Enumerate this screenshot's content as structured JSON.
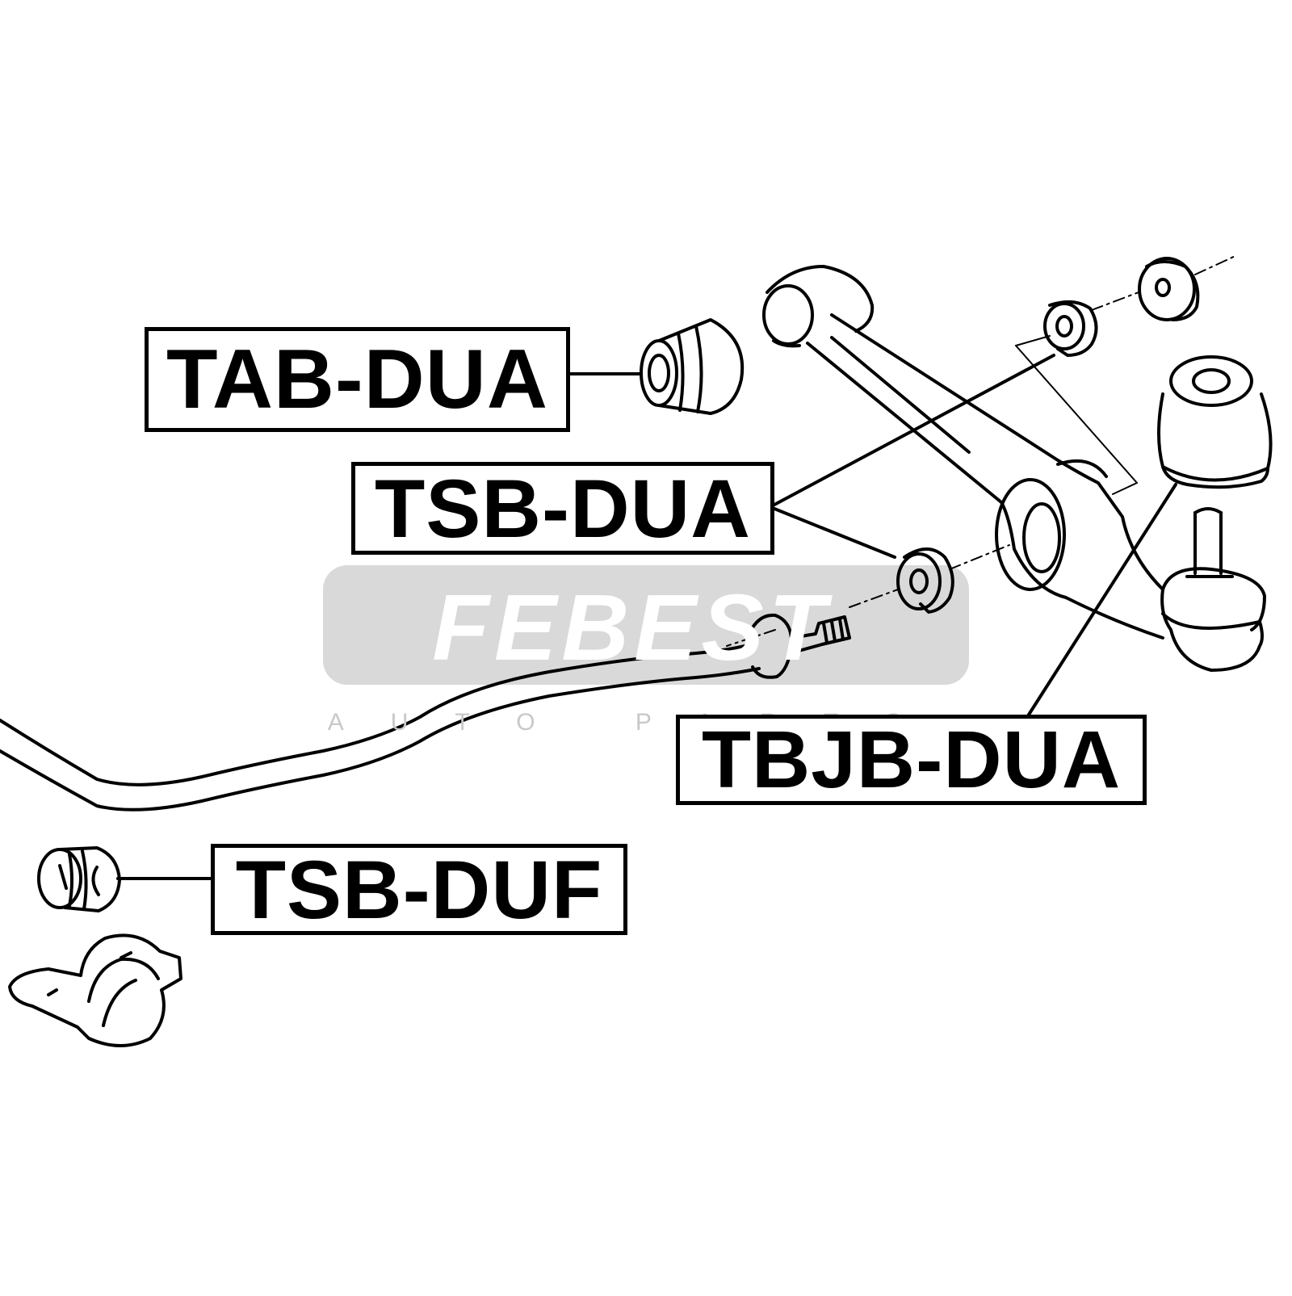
{
  "watermark": {
    "brand": "FEBEST",
    "tagline": "AUTO PARTS"
  },
  "labels": {
    "tab_dua": "TAB-DUA",
    "tsb_dua": "TSB-DUA",
    "tbjb_dua": "TBJB-DUA",
    "tsb_duf": "TSB-DUF"
  },
  "colors": {
    "line": "#000000",
    "background": "#ffffff",
    "watermark_band": "#d9d9d9"
  }
}
